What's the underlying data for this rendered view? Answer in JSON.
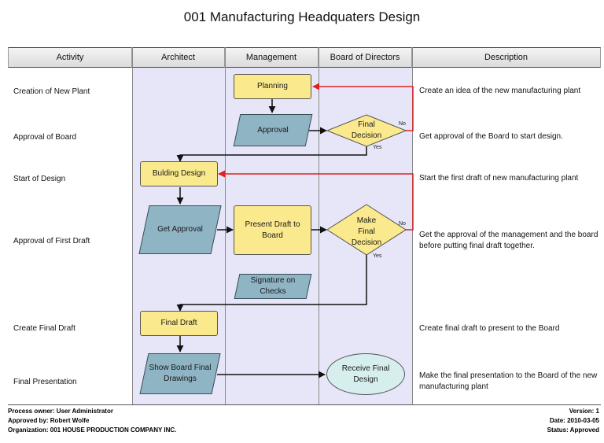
{
  "title": "001 Manufacturing Headquaters Design",
  "columns": {
    "activity": "Activity",
    "architect": "Architect",
    "management": "Management",
    "board": "Board of Directors",
    "description": "Description"
  },
  "rows": [
    {
      "activity": "Creation of New Plant",
      "description": "Create an idea of the new manufacturing plant"
    },
    {
      "activity": "Approval of Board",
      "description": "Get approval of the Board to start design."
    },
    {
      "activity": "Start of Design",
      "description": "Start the first draft of new manufacturing plant"
    },
    {
      "activity": "Approval of First Draft",
      "description": "Get the approval of the management and the board before putting final draft together."
    },
    {
      "activity": "Create Final Draft",
      "description": "Create final draft to present to the Board"
    },
    {
      "activity": "Final Presentation",
      "description": "Make the final presentation to the Board of the new manufacturing plant"
    }
  ],
  "shapes": {
    "planning": "Planning",
    "approval": "Approval",
    "final_decision": "Final Decision",
    "building_design": "Bulding Design",
    "get_approval": "Get Approval",
    "present_draft": "Present Draft to Board",
    "make_final_decision": "Make Final Decision",
    "signature": "Signature on Checks",
    "final_draft": "Final Draft",
    "show_board": "Show Board Final Drawings",
    "receive_final": "Receive Final Design"
  },
  "edge_labels": {
    "no_1": "No",
    "yes_1": "Yes",
    "no_2": "No",
    "yes_2": "Yes"
  },
  "footer": {
    "owner": "Process owner: User Administrator",
    "approved": "Approved by:  Robert Wolfe",
    "organization": "Organization: 001 HOUSE PRODUCTION COMPANY INC.",
    "version": "Version: 1",
    "date": "Date: 2010-03-05",
    "status": "Status: Approved"
  },
  "colors": {
    "process": "#fbe98d",
    "data": "#8fb4c4",
    "ellipse": "#d6efee",
    "lane_shade": "#e6e6f8",
    "loop_arrow": "#e02020"
  }
}
